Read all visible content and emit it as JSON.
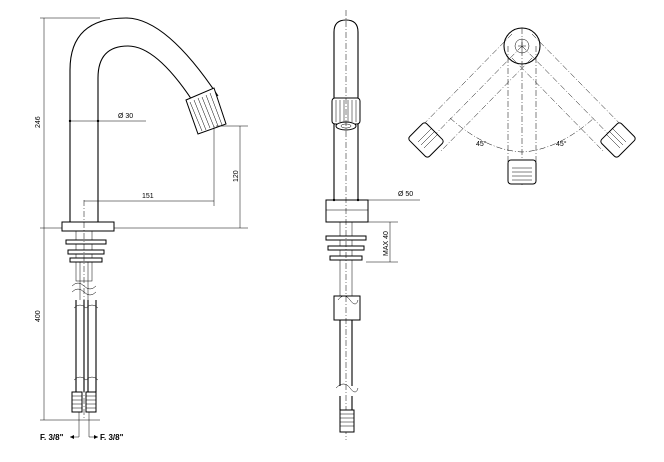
{
  "dimensions": {
    "total_height": "246",
    "pipe_diameter": "Ø 30",
    "spout_drop": "120",
    "reach": "151",
    "base_height": "400",
    "body_diameter": "Ø 50",
    "max_deck": "MAX 40",
    "angle_left": "45°",
    "angle_right": "45°"
  },
  "connections": {
    "left": "F. 3/8\"",
    "right": "F. 3/8\""
  }
}
